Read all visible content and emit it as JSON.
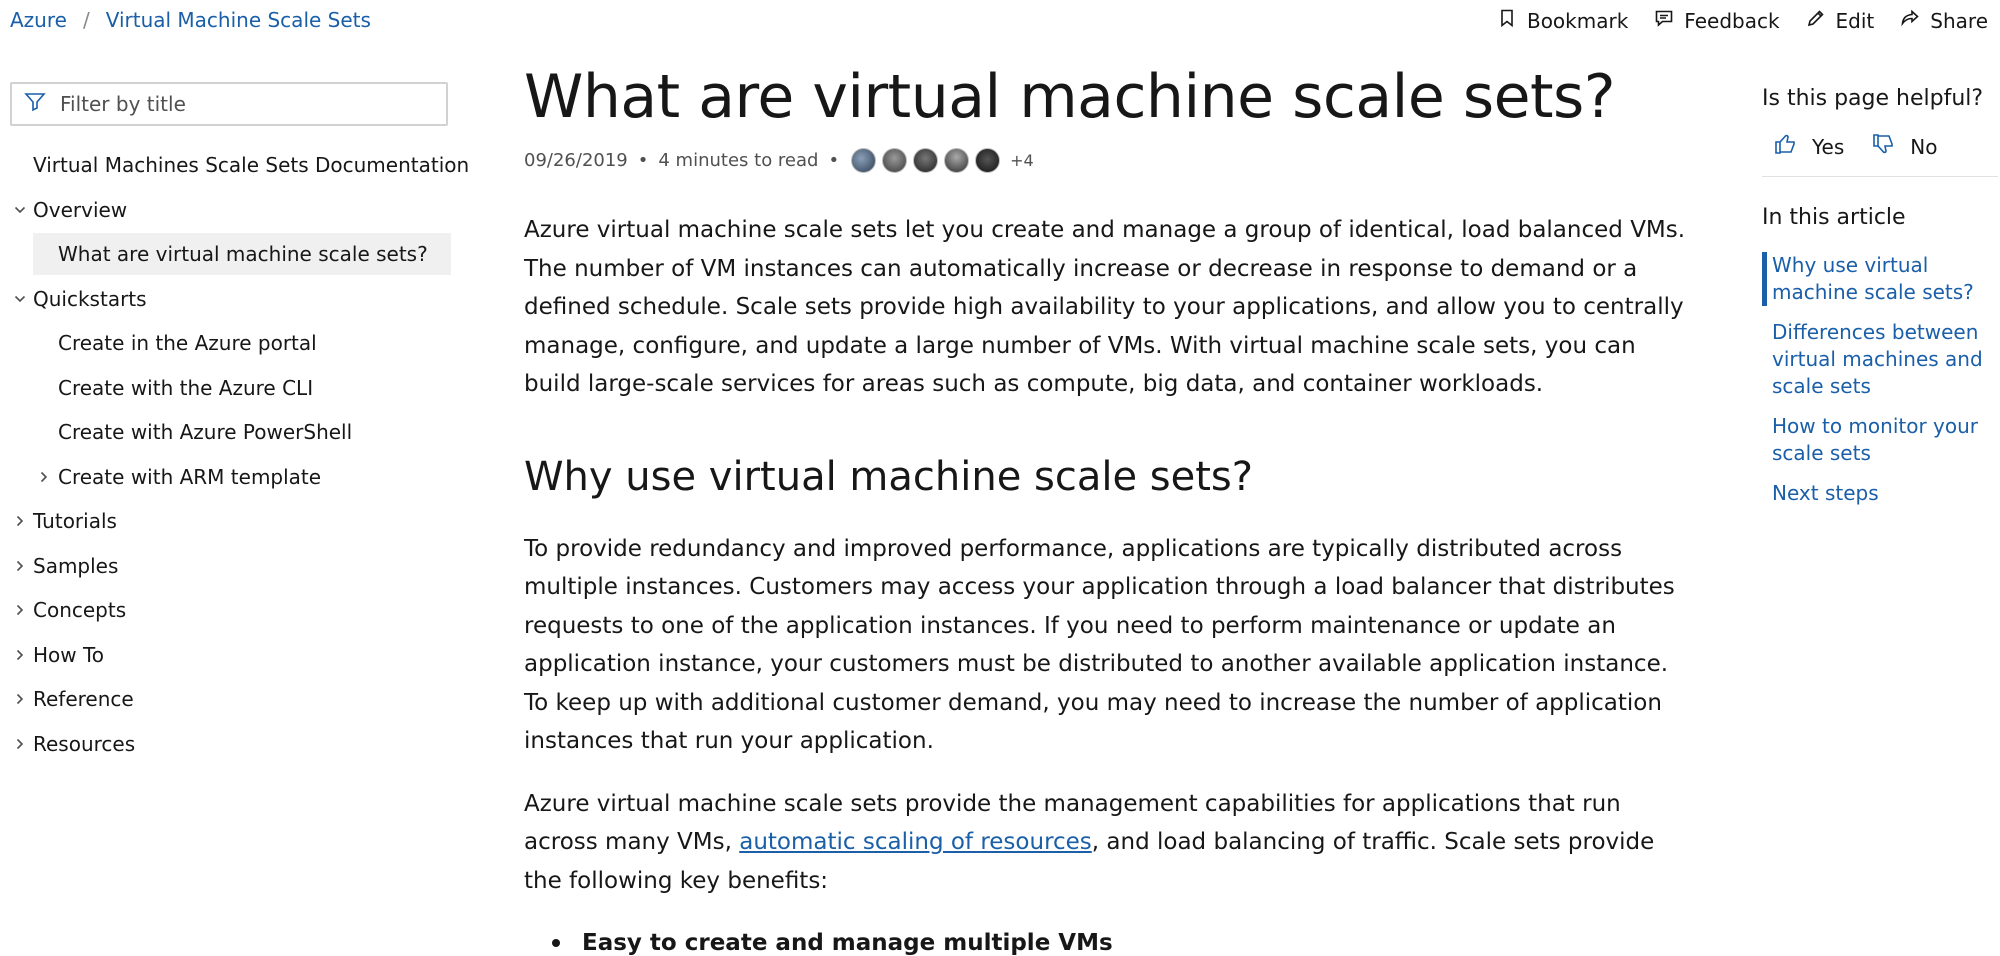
{
  "breadcrumb": [
    {
      "label": "Azure"
    },
    {
      "label": "Virtual Machine Scale Sets"
    }
  ],
  "breadcrumb_separator": "/",
  "actions": [
    {
      "label": "Bookmark",
      "icon": "bookmark-icon"
    },
    {
      "label": "Feedback",
      "icon": "feedback-icon"
    },
    {
      "label": "Edit",
      "icon": "pencil-icon"
    },
    {
      "label": "Share",
      "icon": "share-icon"
    }
  ],
  "sidebar": {
    "filter_placeholder": "Filter by title",
    "items": [
      {
        "label": "Virtual Machines Scale Sets Documentation"
      },
      {
        "label": "Overview"
      },
      {
        "label": "What are virtual machine scale sets?"
      },
      {
        "label": "Quickstarts"
      },
      {
        "label": "Create in the Azure portal"
      },
      {
        "label": "Create with the Azure CLI"
      },
      {
        "label": "Create with Azure PowerShell"
      },
      {
        "label": "Create with ARM template"
      },
      {
        "label": "Tutorials"
      },
      {
        "label": "Samples"
      },
      {
        "label": "Concepts"
      },
      {
        "label": "How To"
      },
      {
        "label": "Reference"
      },
      {
        "label": "Resources"
      }
    ]
  },
  "article": {
    "title": "What are virtual machine scale sets?",
    "date": "09/26/2019",
    "read_time": "4 minutes to read",
    "meta_separator": "•",
    "contributors_more": "+4",
    "intro": "Azure virtual machine scale sets let you create and manage a group of identical, load balanced VMs. The number of VM instances can automatically increase or decrease in response to demand or a defined schedule. Scale sets provide high availability to your applications, and allow you to centrally manage, configure, and update a large number of VMs. With virtual machine scale sets, you can build large-scale services for areas such as compute, big data, and container workloads.",
    "h2": "Why use virtual machine scale sets?",
    "p2": "To provide redundancy and improved performance, applications are typically distributed across multiple instances. Customers may access your application through a load balancer that distributes requests to one of the application instances. If you need to perform maintenance or update an application instance, your customers must be distributed to another available application instance. To keep up with additional customer demand, you may need to increase the number of application instances that run your application.",
    "p3_before": "Azure virtual machine scale sets provide the management capabilities for applications that run across many VMs, ",
    "p3_link": "automatic scaling of resources",
    "p3_after": ", and load balancing of traffic. Scale sets provide the following key benefits:",
    "bullet1": "Easy to create and manage multiple VMs"
  },
  "feedback": {
    "title": "Is this page helpful?",
    "yes": "Yes",
    "no": "No"
  },
  "toc": {
    "title": "In this article",
    "items": [
      {
        "label": "Why use virtual machine scale sets?"
      },
      {
        "label": "Differences between virtual machines and scale sets"
      },
      {
        "label": "How to monitor your scale sets"
      },
      {
        "label": "Next steps"
      }
    ]
  },
  "colors": {
    "link": "#1a5fa8",
    "text": "#171717",
    "selected_bg": "#f0f0f0"
  }
}
